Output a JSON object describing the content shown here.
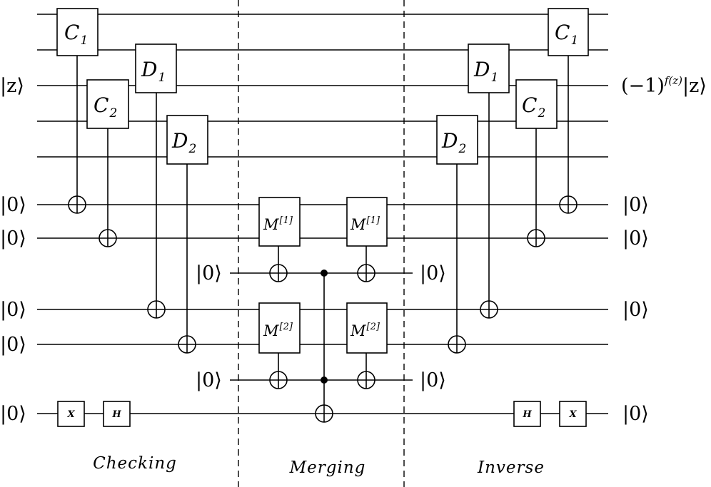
{
  "inputs": {
    "z": "|z⟩",
    "a1": "|0⟩",
    "a2": "|0⟩",
    "a3": "|0⟩",
    "a4": "|0⟩",
    "a5": "|0⟩"
  },
  "outputs": {
    "z_prefix": "(−1)",
    "z_exp": "f(z)",
    "z_ket": "|z⟩",
    "a1": "|0⟩",
    "a2": "|0⟩",
    "a3": "|0⟩",
    "a5": "|0⟩"
  },
  "merge_ancillas": {
    "m1_in": "|0⟩",
    "m1_out": "|0⟩",
    "m2_in": "|0⟩",
    "m2_out": "|0⟩"
  },
  "gates": {
    "C": "C",
    "D": "D",
    "M": "M",
    "sub1": "1",
    "sub2": "2",
    "sup1": "[1]",
    "sup2": "[2]",
    "X": "X",
    "H": "H"
  },
  "sections": {
    "checking": "Checking",
    "merging": "Merging",
    "inverse": "Inverse"
  }
}
